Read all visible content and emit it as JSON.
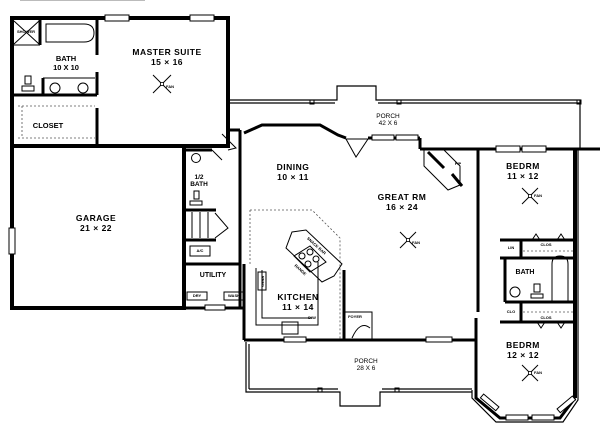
{
  "plan": {
    "rooms": [
      {
        "id": "master-suite",
        "name": "MASTER SUITE",
        "size": "15 × 16"
      },
      {
        "id": "master-bath",
        "name": "BATH",
        "size": "10 X 10"
      },
      {
        "id": "closet",
        "name": "CLOSET",
        "size": ""
      },
      {
        "id": "porch-rear",
        "name": "PORCH",
        "size": "42 X 6"
      },
      {
        "id": "dining",
        "name": "DINING",
        "size": "10 × 11"
      },
      {
        "id": "great-room",
        "name": "GREAT RM",
        "size": "16 × 24"
      },
      {
        "id": "bedroom-1",
        "name": "BEDRM",
        "size": "11 × 12"
      },
      {
        "id": "half-bath",
        "name": "1/2\nBATH",
        "size": ""
      },
      {
        "id": "garage",
        "name": "GARAGE",
        "size": "21 × 22"
      },
      {
        "id": "utility",
        "name": "UTILITY",
        "size": ""
      },
      {
        "id": "kitchen",
        "name": "KITCHEN",
        "size": "11 × 14"
      },
      {
        "id": "bath-2",
        "name": "BATH",
        "size": ""
      },
      {
        "id": "porch-front",
        "name": "PORCH",
        "size": "28 X 6"
      },
      {
        "id": "bedroom-2",
        "name": "BEDRM",
        "size": "12 × 12"
      }
    ],
    "fixtures": {
      "shower": "SHOWER",
      "fan": "FAN",
      "fireplace": "F/P",
      "ac": "A/C",
      "dryer": "DRY",
      "washer": "WASH",
      "refrigerator": "REFG",
      "range": "RANGE",
      "snack_bar": "SNACK BAR",
      "dishwasher": "D/W",
      "foyer": "FOYER",
      "linen": "LIN",
      "closet_1": "CLOS",
      "closet_2": "CLOS",
      "closet_3": "CLO"
    }
  }
}
